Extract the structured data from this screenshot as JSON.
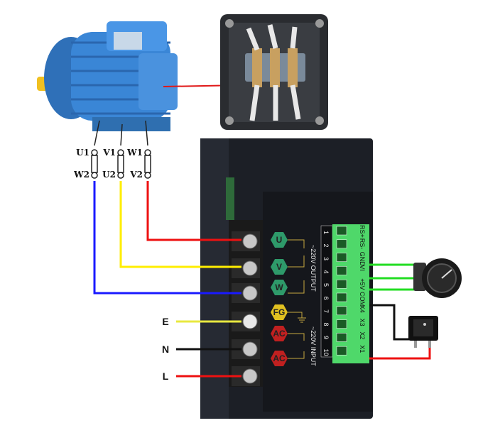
{
  "motor_terminals": [
    {
      "top": "U1",
      "bottom": "W2",
      "wire_color": "#1a1aff"
    },
    {
      "top": "V1",
      "bottom": "U2",
      "wire_color": "#ffee00"
    },
    {
      "top": "W1",
      "bottom": "V2",
      "wire_color": "#ee1111"
    }
  ],
  "power_inputs": [
    {
      "label": "E",
      "wire_color": "#e8e840"
    },
    {
      "label": "N",
      "wire_color": "#111111"
    },
    {
      "label": "L",
      "wire_color": "#ee1111"
    }
  ],
  "controller": {
    "output_labels": [
      "U",
      "V",
      "W"
    ],
    "ground_label": "FG",
    "input_labels": [
      "AC",
      "AC"
    ],
    "output_text": "~220V OUTPUT",
    "input_text": "~220V INPUT",
    "terminal_numbers": [
      "1",
      "2",
      "3",
      "4",
      "5",
      "6",
      "7",
      "8",
      "9",
      "10"
    ],
    "control_terminals": [
      "RS+",
      "RS-",
      "GND",
      "VI",
      "+5V",
      "COM",
      "X4",
      "X3",
      "X2",
      "X1"
    ]
  },
  "colors": {
    "green_label": "#2e9a6a",
    "yellow_label": "#e0c020",
    "red_label": "#c02020",
    "terminal_green": "#4fd86a",
    "motor_blue": "#3a86d6"
  }
}
